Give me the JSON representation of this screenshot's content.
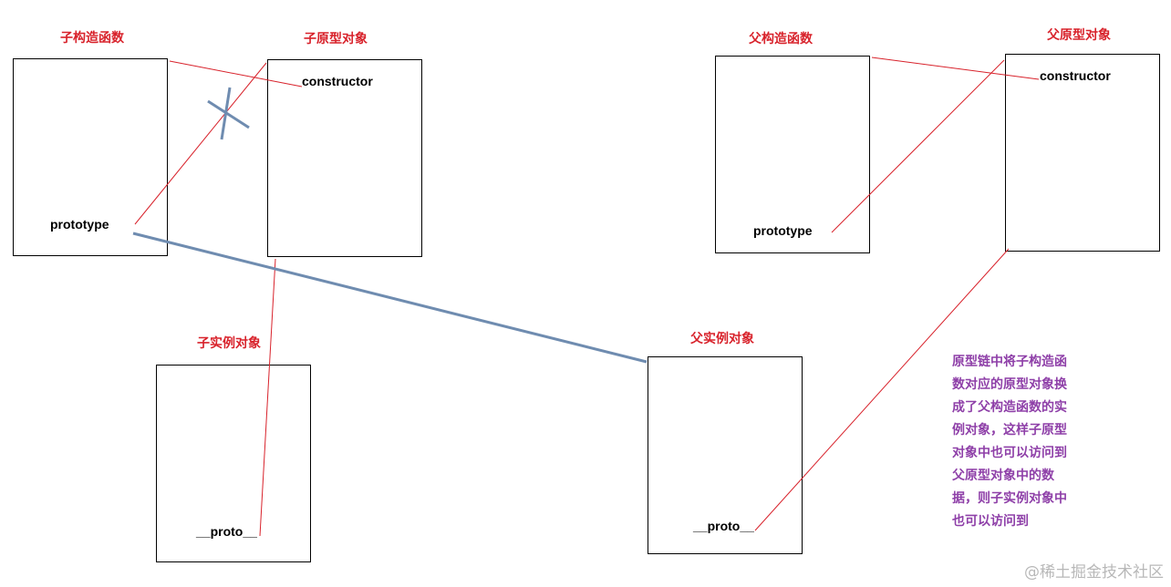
{
  "titles": {
    "child_constructor": "子构造函数",
    "child_prototype_obj": "子原型对象",
    "child_instance": "子实例对象",
    "parent_constructor": "父构造函数",
    "parent_prototype_obj": "父原型对象",
    "parent_instance": "父实例对象"
  },
  "labels": {
    "child_prototype": "prototype",
    "child_constructor_prop": "constructor",
    "child_proto": "__proto__",
    "parent_prototype": "prototype",
    "parent_constructor_prop": "constructor",
    "parent_proto": "__proto__"
  },
  "note_lines": [
    "原型链中将子构造函",
    "数对应的原型对象换",
    "成了父构造函数的实",
    "例对象，这样子原型",
    "对象中也可以访问到",
    "父原型对象中的数",
    "据，则子实例对象中",
    "也可以访问到"
  ],
  "watermark": "@稀土掘金技术社区",
  "colors": {
    "title": "#d8222b",
    "link": "#d8222b",
    "new_link": "#6f8cb0",
    "note": "#8e3fa8"
  }
}
